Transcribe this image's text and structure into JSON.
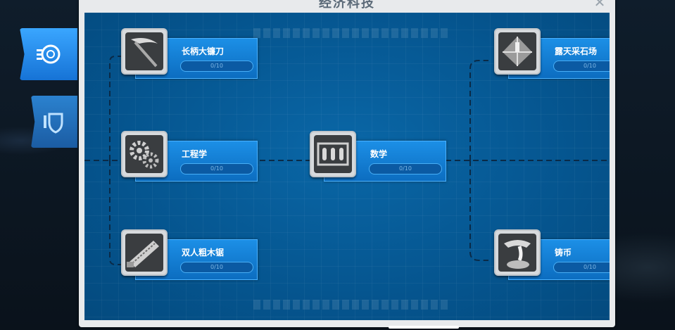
{
  "panel": {
    "title": "经济科技",
    "close_label": "✕"
  },
  "side_tabs": [
    {
      "id": "economy",
      "icon": "economy-coin-icon",
      "active": true
    },
    {
      "id": "military",
      "icon": "shield-icon",
      "active": false
    }
  ],
  "colors": {
    "panel_bg": "#05558f",
    "node_bar": "#1c8fe6",
    "active_tab": "#3aa6ff"
  },
  "techs": [
    {
      "id": "scythe",
      "name": "长柄大镰刀",
      "progress": "0/10",
      "icon": "scythe-icon",
      "level": 0
    },
    {
      "id": "engineering",
      "name": "工程学",
      "progress": "0/10",
      "icon": "gears-icon",
      "level": 0
    },
    {
      "id": "two-man-saw",
      "name": "双人粗木锯",
      "progress": "0/10",
      "icon": "saw-icon",
      "level": 0
    },
    {
      "id": "math",
      "name": "数学",
      "progress": "0/10",
      "icon": "abacus-icon",
      "level": 0
    },
    {
      "id": "quarrying",
      "name": "露天采石场",
      "progress": "0/10",
      "icon": "quarry-icon",
      "level": 0
    },
    {
      "id": "coinage",
      "name": "铸币",
      "progress": "0/10",
      "icon": "molten-metal-icon",
      "level": 0
    }
  ]
}
